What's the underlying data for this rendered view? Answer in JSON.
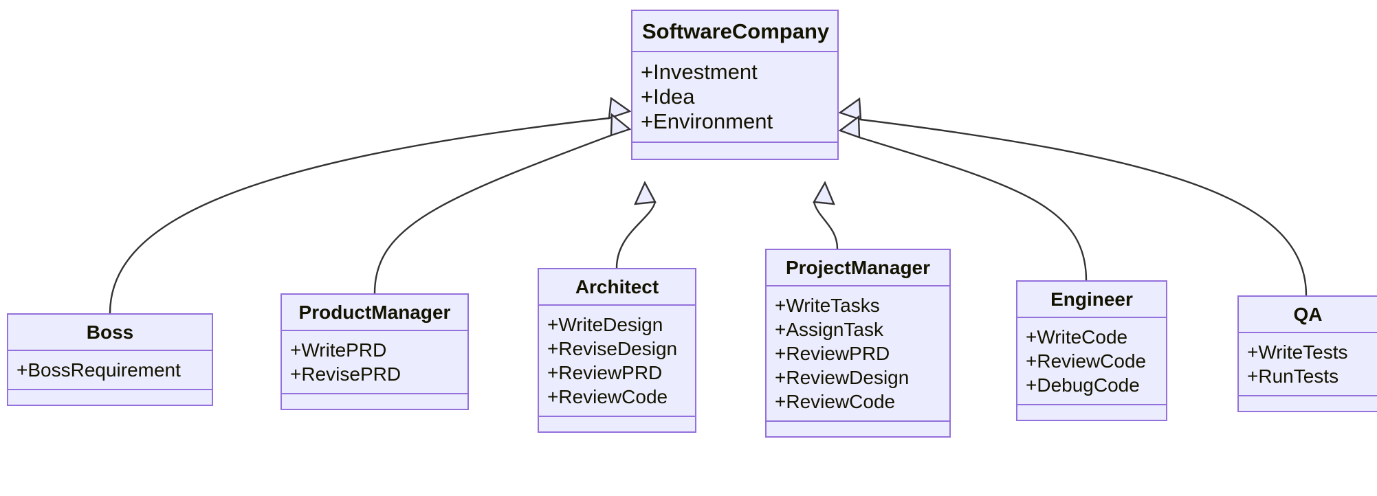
{
  "diagram": {
    "type": "uml-class-diagram",
    "title": "",
    "colors": {
      "node_fill": "#ECECFF",
      "node_border": "#9370DB",
      "text": "#131300",
      "edge": "#333333",
      "arrow_fill": "#ECECFF",
      "background": "#FFFFFF"
    },
    "relationship": "inheritance",
    "parent": "SoftwareCompany",
    "children": [
      "Boss",
      "ProductManager",
      "Architect",
      "ProjectManager",
      "Engineer",
      "QA"
    ]
  },
  "classes": [
    {
      "id": "softwarecompany",
      "name": "SoftwareCompany",
      "attributes": [
        "+Investment",
        "+Idea",
        "+Environment"
      ],
      "methods": []
    },
    {
      "id": "boss",
      "name": "Boss",
      "attributes": [
        "+BossRequirement"
      ],
      "methods": []
    },
    {
      "id": "productmanager",
      "name": "ProductManager",
      "attributes": [
        "+WritePRD",
        "+RevisePRD"
      ],
      "methods": []
    },
    {
      "id": "architect",
      "name": "Architect",
      "attributes": [
        "+WriteDesign",
        "+ReviseDesign",
        "+ReviewPRD",
        "+ReviewCode"
      ],
      "methods": []
    },
    {
      "id": "projectmanager",
      "name": "ProjectManager",
      "attributes": [
        "+WriteTasks",
        "+AssignTask",
        "+ReviewPRD",
        "+ReviewDesign",
        "+ReviewCode"
      ],
      "methods": []
    },
    {
      "id": "engineer",
      "name": "Engineer",
      "attributes": [
        "+WriteCode",
        "+ReviewCode",
        "+DebugCode"
      ],
      "methods": []
    },
    {
      "id": "qa",
      "name": "QA",
      "attributes": [
        "+WriteTests",
        "+RunTests"
      ],
      "methods": []
    }
  ],
  "edges": [
    {
      "from": "Boss",
      "to": "SoftwareCompany",
      "kind": "inheritance"
    },
    {
      "from": "ProductManager",
      "to": "SoftwareCompany",
      "kind": "inheritance"
    },
    {
      "from": "Architect",
      "to": "SoftwareCompany",
      "kind": "inheritance"
    },
    {
      "from": "ProjectManager",
      "to": "SoftwareCompany",
      "kind": "inheritance"
    },
    {
      "from": "Engineer",
      "to": "SoftwareCompany",
      "kind": "inheritance"
    },
    {
      "from": "QA",
      "to": "SoftwareCompany",
      "kind": "inheritance"
    }
  ]
}
